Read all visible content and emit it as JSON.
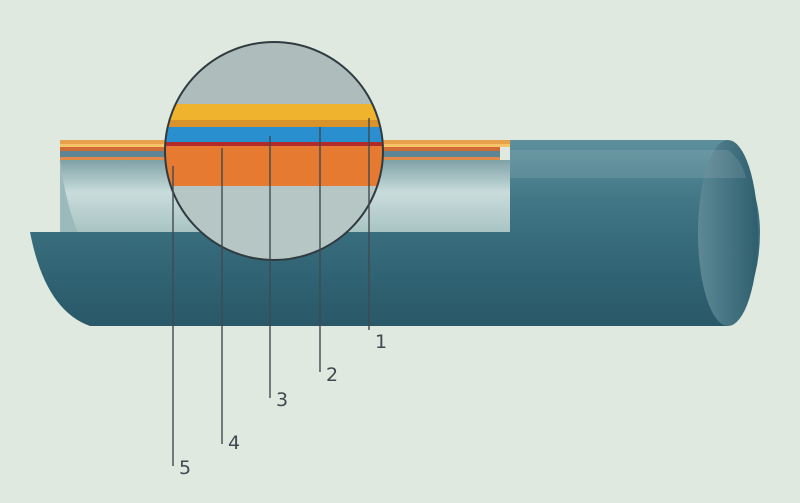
{
  "diagram": {
    "background_color": "#dfe9df",
    "colors": {
      "pipe_body": "#3b6f80",
      "pipe_bore": "#b7cfcf",
      "layer_orange": "#e57a30",
      "layer_yellow": "#f0b32e",
      "layer_blue": "#2a8fcf",
      "layer_red": "#b32a2a",
      "magnifier_fill": "#aebcbb",
      "leader_line": "#3f4a50"
    },
    "callouts": [
      {
        "label": "1"
      },
      {
        "label": "2"
      },
      {
        "label": "3"
      },
      {
        "label": "4"
      },
      {
        "label": "5"
      }
    ]
  }
}
